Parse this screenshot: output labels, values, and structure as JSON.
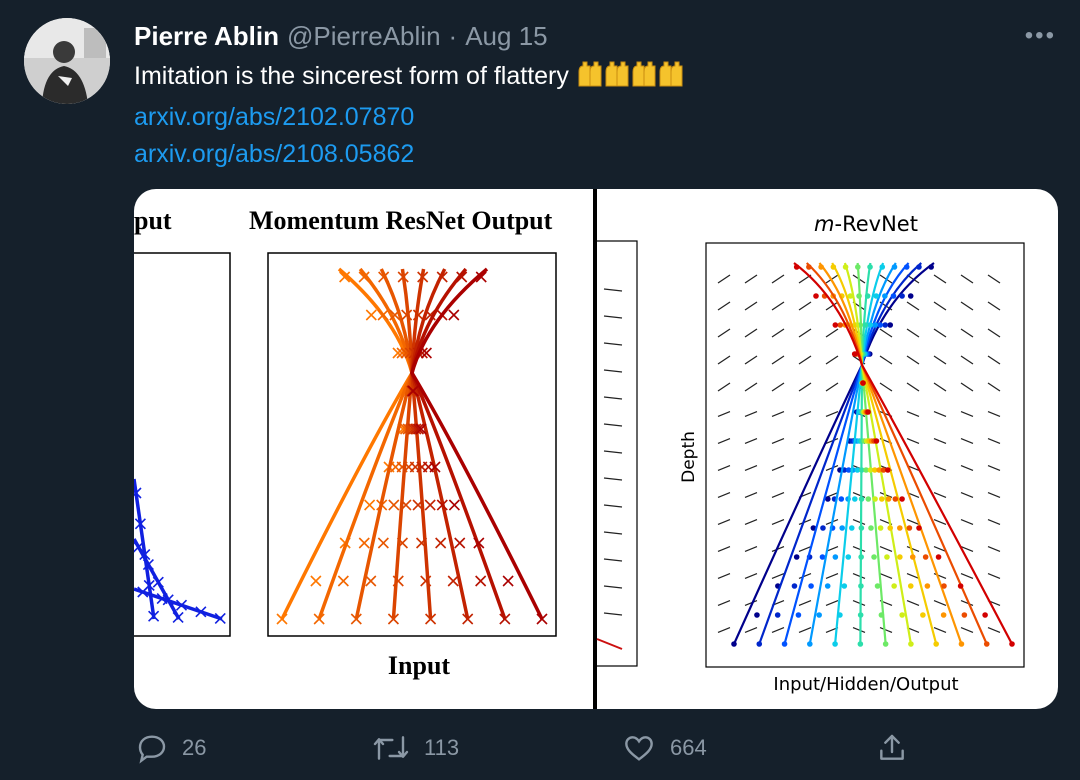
{
  "tweet": {
    "author_name": "Pierre Ablin",
    "handle": "@PierreAblin",
    "separator": "·",
    "date": "Aug 15",
    "more_label": "•••",
    "text": "Imitation is the sincerest form of flattery",
    "emoji": [
      "raising-hands",
      "raising-hands",
      "raising-hands",
      "raising-hands"
    ],
    "links": [
      "arxiv.org/abs/2102.07870",
      "arxiv.org/abs/2108.05862"
    ]
  },
  "media": {
    "left_panel": {
      "partial_title": "put",
      "title": "Momentum ResNet Output",
      "xlabel": "Input"
    },
    "right_panel": {
      "title_prefix": "m",
      "title_suffix": "-RevNet",
      "ylabel": "Depth",
      "xlabel": "Input/Hidden/Output"
    }
  },
  "actions": {
    "reply_count": "26",
    "retweet_count": "113",
    "like_count": "664"
  },
  "colors": {
    "background": "#15202b",
    "link": "#1d9bf0",
    "muted": "#8b98a5"
  }
}
